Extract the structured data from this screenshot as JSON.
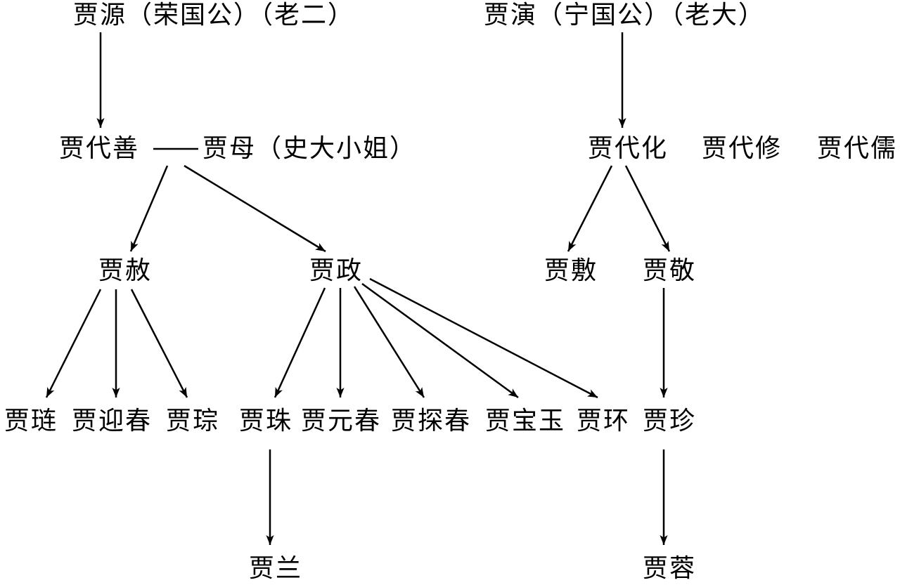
{
  "colors": {
    "ink": "#000000",
    "background": "#ffffff"
  },
  "nodes": {
    "jia_yuan": "贾源（荣国公）（老二）",
    "jia_yan": "贾演（宁国公）（老大）",
    "jia_daishan": "贾代善",
    "jia_mu": "贾母（史大小姐）",
    "jia_daihua": "贾代化",
    "jia_daixiu": "贾代修",
    "jia_dairu": "贾代儒",
    "jia_she": "贾赦",
    "jia_zheng": "贾政",
    "jia_fu": "贾敷",
    "jia_jing": "贾敬",
    "jia_lian": "贾琏",
    "jia_yingchun": "贾迎春",
    "jia_cong": "贾琮",
    "jia_zhu": "贾珠",
    "jia_yuanchun": "贾元春",
    "jia_tanchun": "贾探春",
    "jia_baoyu": "贾宝玉",
    "jia_huan": "贾环",
    "jia_zhen": "贾珍",
    "jia_lan": "贾兰",
    "jia_rong": "贾蓉"
  }
}
